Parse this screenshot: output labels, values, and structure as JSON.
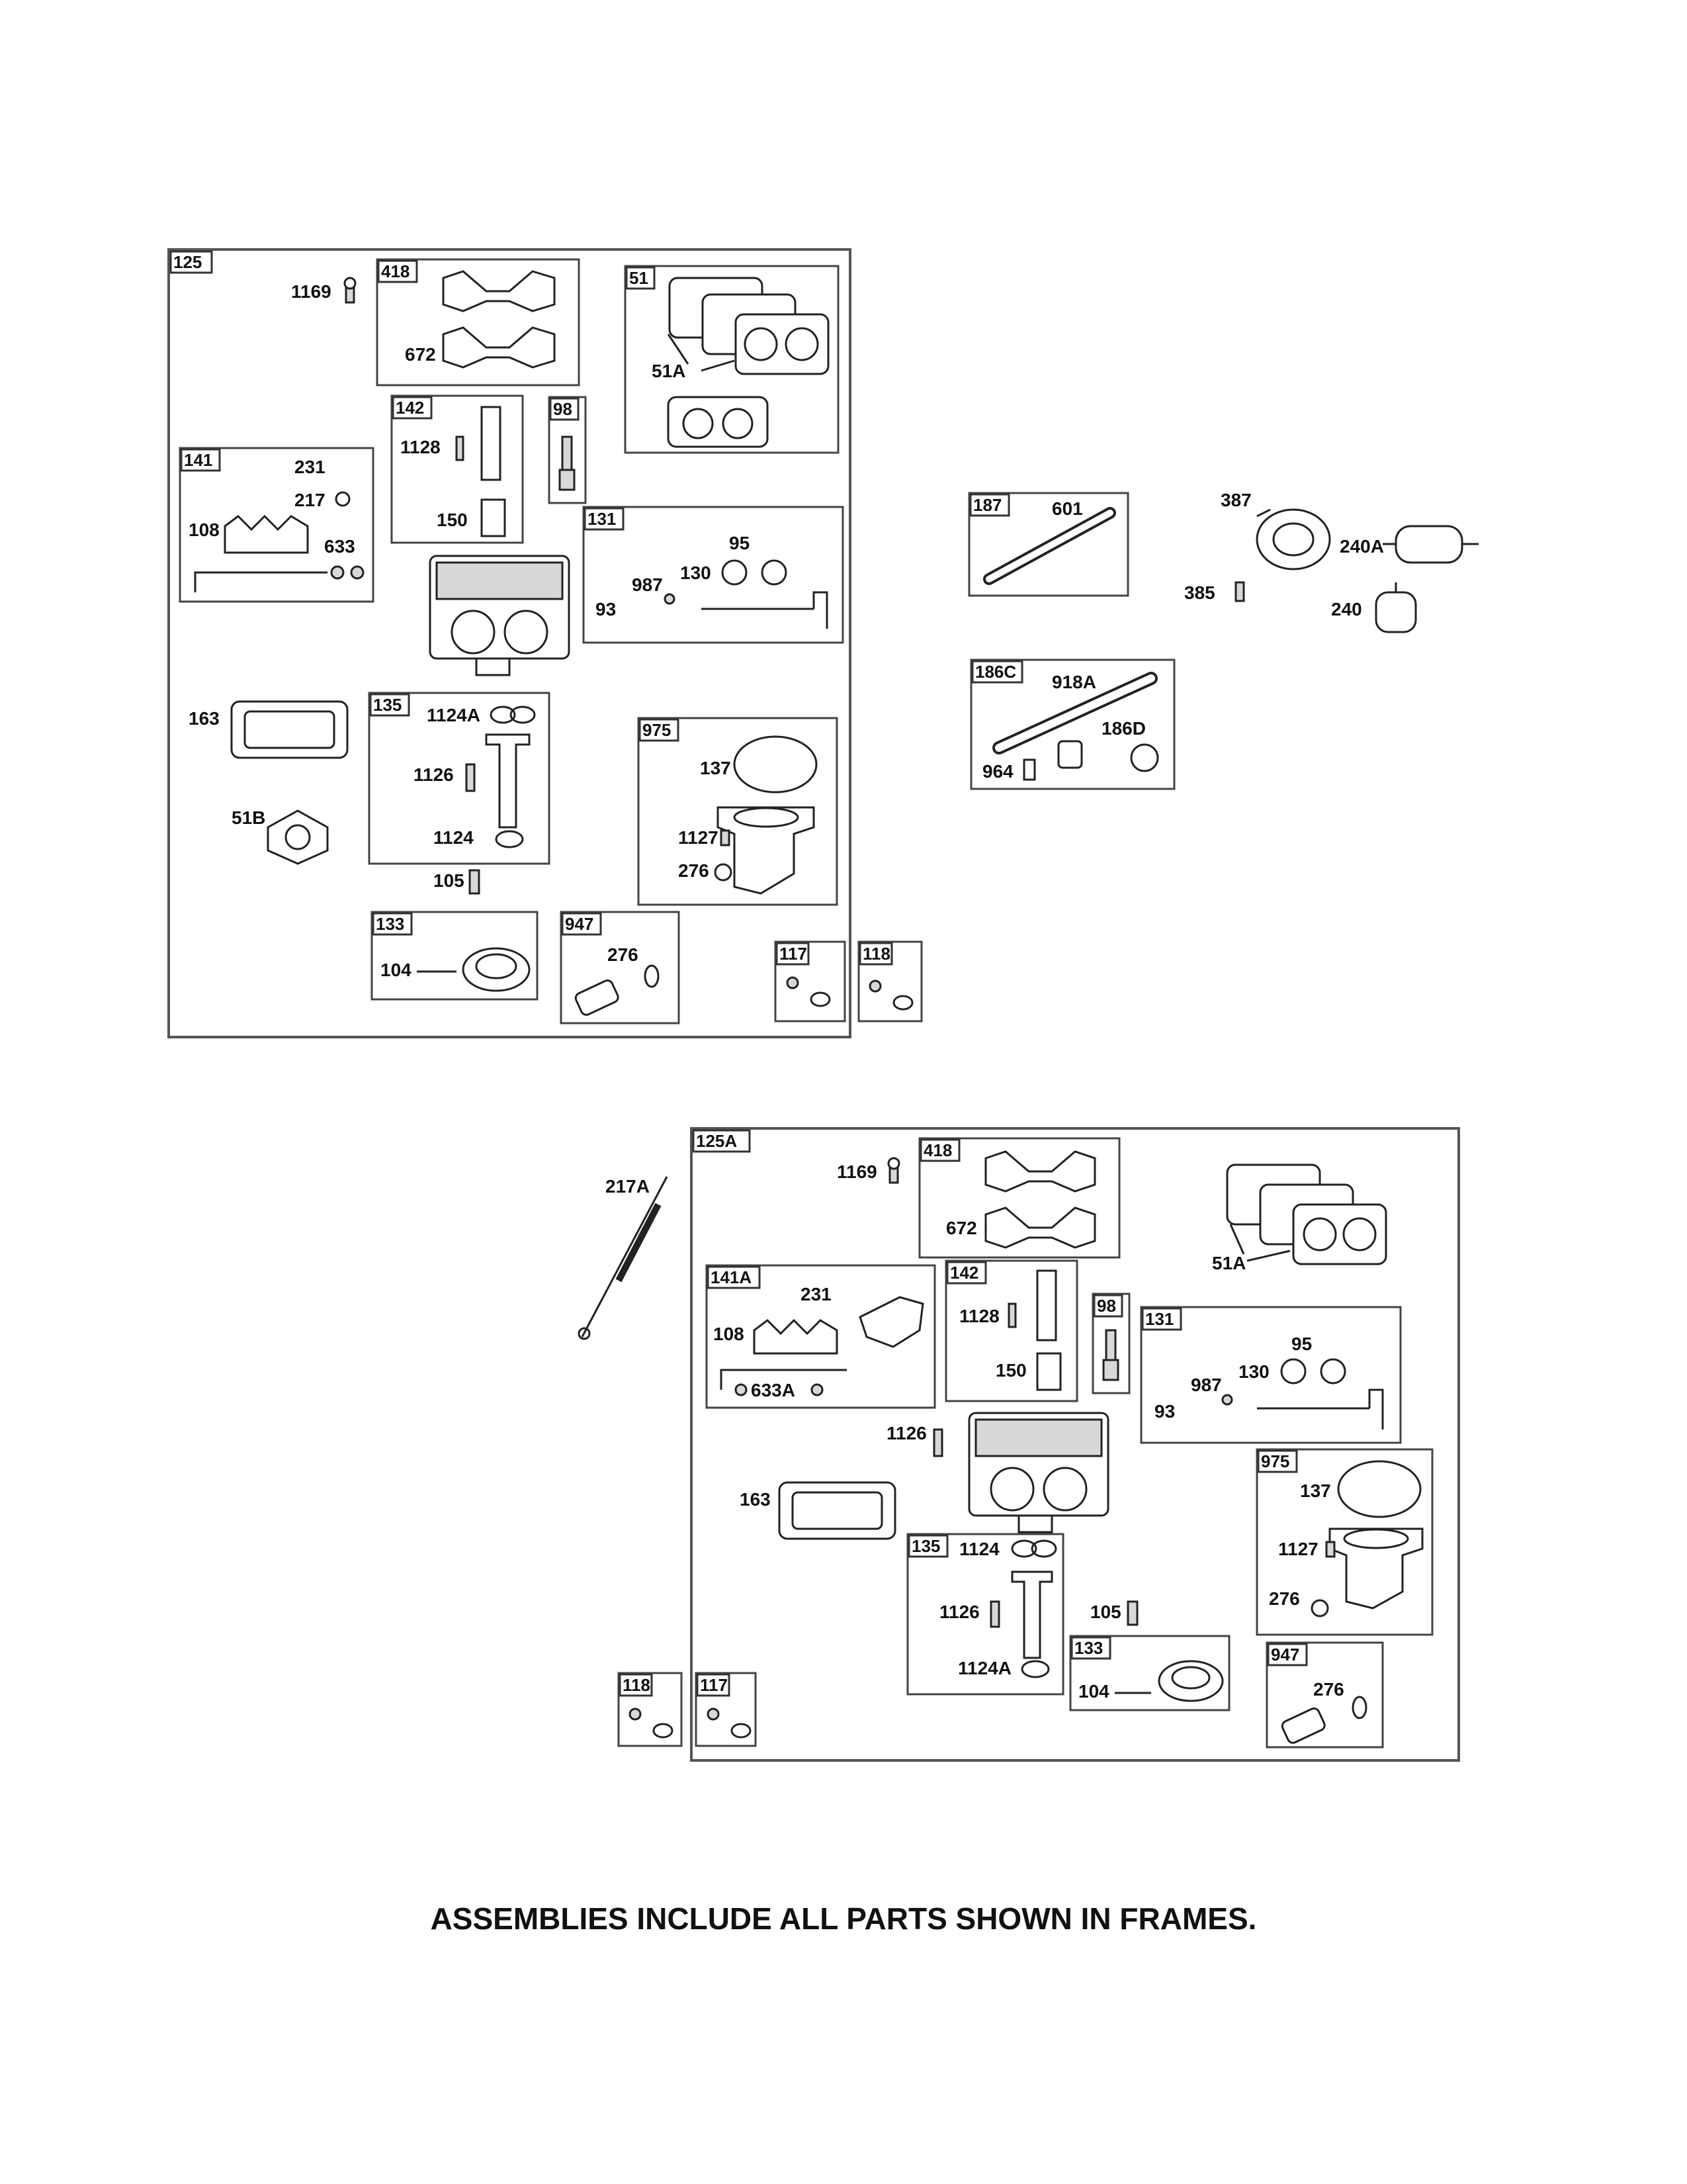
{
  "labels": {
    "a125": "125",
    "a1169": "1169",
    "a418": "418",
    "a672": "672",
    "a51": "51",
    "a51A": "51A",
    "a142": "142",
    "a1128": "1128",
    "a150": "150",
    "a98": "98",
    "a141": "141",
    "a231": "231",
    "a217": "217",
    "a108": "108",
    "a633": "633",
    "a131": "131",
    "a95": "95",
    "a130": "130",
    "a987": "987",
    "a93": "93",
    "a163": "163",
    "a135": "135",
    "a1124A": "1124A",
    "a1126": "1126",
    "a1124": "1124",
    "a51B": "51B",
    "a105": "105",
    "a975": "975",
    "a137": "137",
    "a1127": "1127",
    "a276": "276",
    "a133": "133",
    "a104": "104",
    "a947": "947",
    "a947_276": "276",
    "a117": "117",
    "a118": "118",
    "c187": "187",
    "c601": "601",
    "c387": "387",
    "c240A": "240A",
    "c385": "385",
    "c240": "240",
    "c186C": "186C",
    "c918A": "918A",
    "c186D": "186D",
    "c964": "964",
    "b217A": "217A",
    "b125A": "125A",
    "b1169": "1169",
    "b418": "418",
    "b672": "672",
    "b51A": "51A",
    "b141A": "141A",
    "b231": "231",
    "b108": "108",
    "b633A": "633A",
    "b142": "142",
    "b1128": "1128",
    "b150": "150",
    "b98": "98",
    "b131": "131",
    "b95": "95",
    "b130": "130",
    "b987": "987",
    "b93": "93",
    "b1126": "1126",
    "b163": "163",
    "b975": "975",
    "b137": "137",
    "b1127": "1127",
    "b276": "276",
    "b135": "135",
    "b1124": "1124",
    "b1126b": "1126",
    "b1124A": "1124A",
    "b105": "105",
    "b133": "133",
    "b104": "104",
    "b947": "947",
    "b947_276": "276",
    "b118": "118",
    "b117": "117"
  },
  "caption": "ASSEMBLIES INCLUDE ALL PARTS SHOWN IN FRAMES."
}
